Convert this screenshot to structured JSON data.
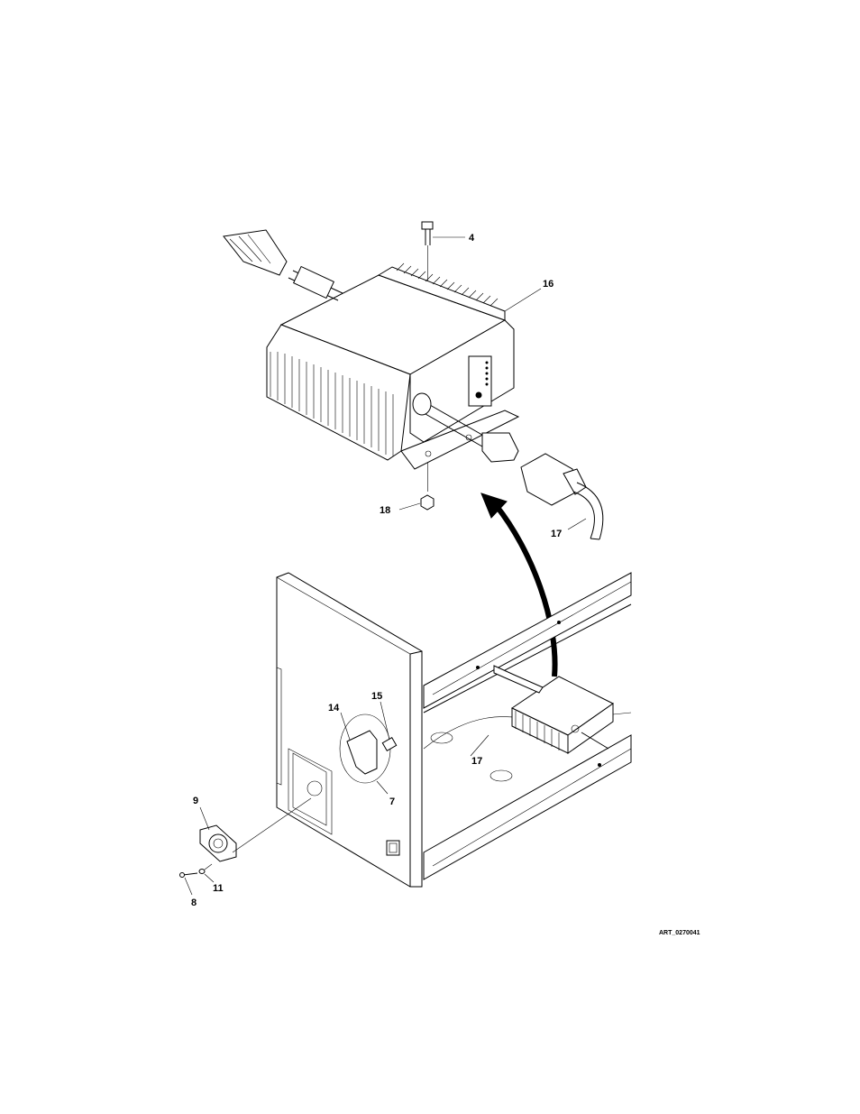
{
  "drawing": {
    "art_id": "ART_0270041",
    "callouts": {
      "c4": "4",
      "c16": "16",
      "c18": "18",
      "c17_top": "17",
      "c15": "15",
      "c14": "14",
      "c17_frame": "17",
      "c7": "7",
      "c9": "9",
      "c11": "11",
      "c8": "8"
    }
  }
}
